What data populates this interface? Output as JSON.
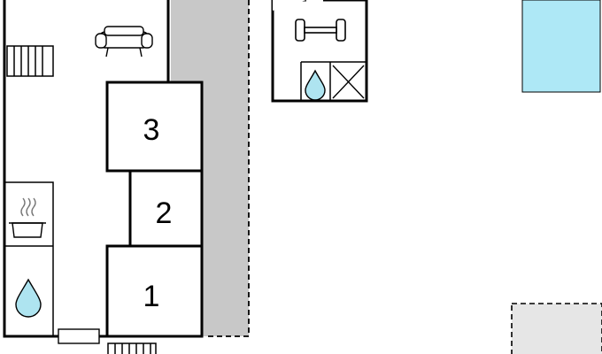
{
  "rooms": [
    {
      "label": "3"
    },
    {
      "label": "2"
    },
    {
      "label": "1"
    }
  ],
  "colors": {
    "wall": "#000000",
    "terrace": "#c8c8c8",
    "water": "#aee4f0",
    "pool": "#aee8f6",
    "paved": "#e6e6e6"
  },
  "icons": [
    "sofa-icon",
    "radiator-icon",
    "cooking-pot-icon",
    "water-drop-icon",
    "dumbbell-icon",
    "storage-box-icon",
    "door-icon"
  ]
}
